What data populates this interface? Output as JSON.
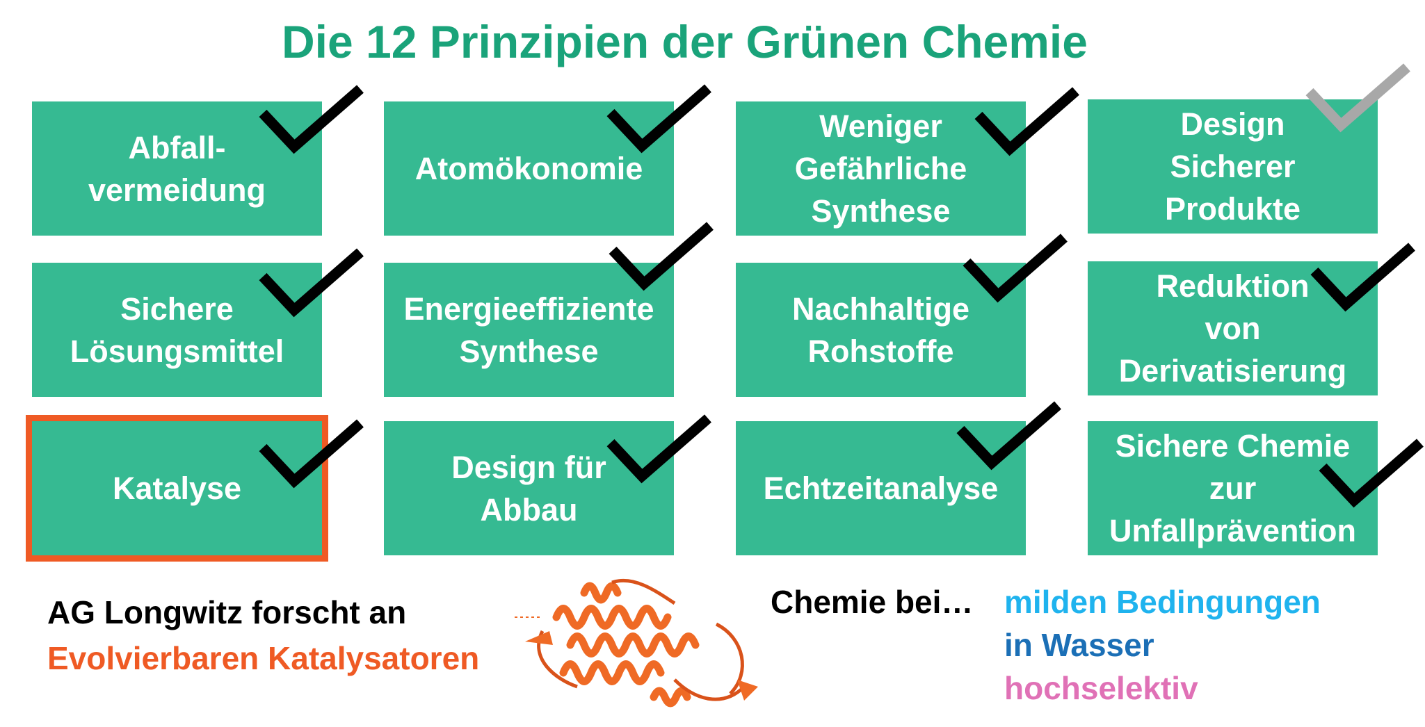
{
  "title": "Die 12 Prinzipien der Grünen Chemie",
  "colors": {
    "title": "#1aa37a",
    "tile": "#36ba92",
    "tile_text": "#ffffff",
    "check": "#000000",
    "check_faded": "#a8a8a8",
    "highlight": "#ef5a24",
    "mild": "#1fb3ee",
    "wasser": "#1b6fb6",
    "selektiv": "#e071b6"
  },
  "principles": [
    {
      "label": "Abfall-\nvermeidung",
      "checked": true
    },
    {
      "label": "Atomökonomie",
      "checked": true
    },
    {
      "label": "Weniger\nGefährliche\nSynthese",
      "checked": true
    },
    {
      "label": "Design\nSicherer\nProdukte",
      "checked": true,
      "check_faded": true
    },
    {
      "label": "Sichere\nLösungsmittel",
      "checked": true
    },
    {
      "label": "Energieeffiziente\nSynthese",
      "checked": true
    },
    {
      "label": "Nachhaltige\nRohstoffe",
      "checked": true
    },
    {
      "label": "Reduktion\nvon\nDerivatisierung",
      "checked": true
    },
    {
      "label": "Katalyse",
      "checked": true,
      "highlighted": true
    },
    {
      "label": "Design für\nAbbau",
      "checked": true
    },
    {
      "label": "Echtzeitanalyse",
      "checked": true
    },
    {
      "label": "Sichere Chemie\nzur\nUnfallprävention",
      "checked": true
    }
  ],
  "research": {
    "line1": "AG Longwitz forscht an",
    "line2": "Evolvierbaren Katalysatoren"
  },
  "conditions": {
    "lead": "Chemie bei…",
    "item1": "milden Bedingungen",
    "item2": "in Wasser",
    "item3": "hochselektiv"
  },
  "icons": {
    "check": "check-icon",
    "protein": "protein-structure-image"
  }
}
